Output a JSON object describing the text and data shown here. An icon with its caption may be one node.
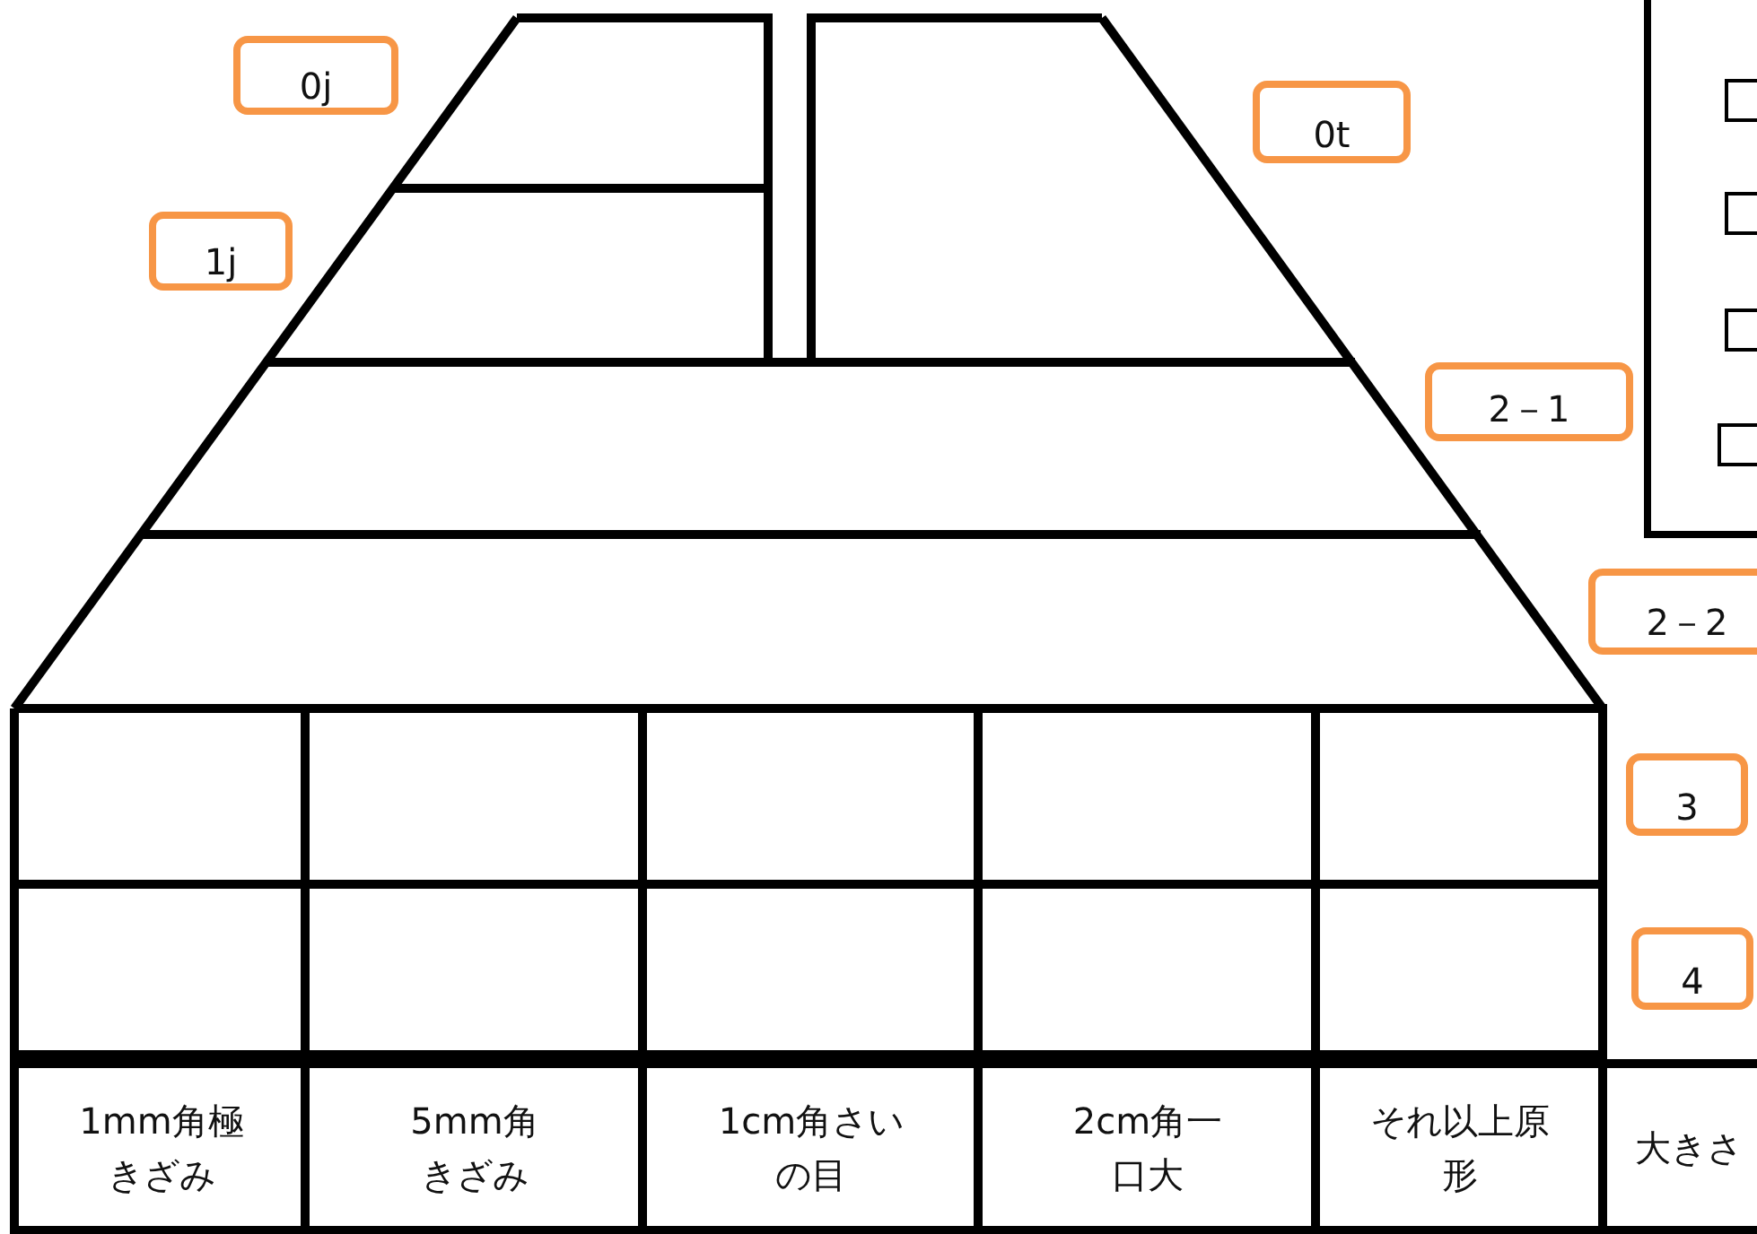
{
  "diagram": {
    "nodes": [
      {
        "text": [
          "0j"
        ]
      },
      {
        "text": [
          "0t"
        ]
      },
      {
        "text": [
          "1j"
        ]
      },
      {
        "text": [
          "2－1"
        ]
      },
      {
        "text": [
          "2－2"
        ]
      },
      {
        "text": [
          "3"
        ]
      },
      {
        "text": [
          "4"
        ]
      }
    ],
    "labels": [
      "1mm角極きざみ",
      "5mm角きざみ",
      "1cm角さいの目",
      "2cm角一口大",
      "それ以上原形",
      "大きさ"
    ]
  }
}
